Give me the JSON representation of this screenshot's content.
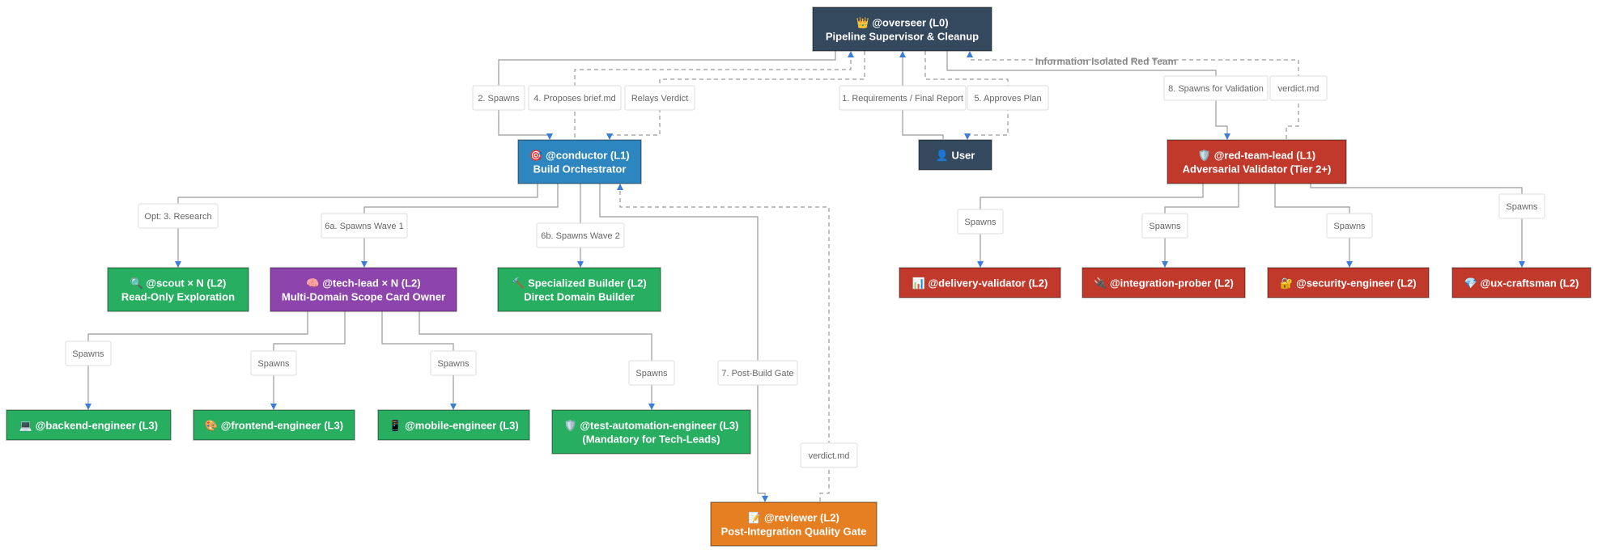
{
  "colors": {
    "overseer": "#34495e",
    "conductor": "#2e86c1",
    "green": "#27ae60",
    "purple": "#8e44ad",
    "red": "#c0392b",
    "orange": "#e67e22",
    "edge": "#9a9a9a",
    "arrow": "#3b7dd8"
  },
  "nodes": [
    {
      "id": "overseer",
      "icon": "crown-icon",
      "lines": [
        "👑 @overseer (L0)",
        "Pipeline Supervisor & Cleanup"
      ],
      "color": "#34495e"
    },
    {
      "id": "conductor",
      "icon": "target-icon",
      "lines": [
        "🎯 @conductor (L1)",
        "Build Orchestrator"
      ],
      "color": "#2e86c1"
    },
    {
      "id": "user",
      "icon": "user-icon",
      "lines": [
        "👤 User"
      ],
      "color": "#34495e"
    },
    {
      "id": "red-team-lead",
      "icon": "shield-icon",
      "lines": [
        "🛡️ @red-team-lead (L1)",
        "Adversarial Validator (Tier 2+)"
      ],
      "color": "#c0392b"
    },
    {
      "id": "scout",
      "icon": "magnifier-icon",
      "lines": [
        "🔍 @scout × N (L2)",
        "Read-Only Exploration"
      ],
      "color": "#27ae60"
    },
    {
      "id": "tech-lead",
      "icon": "brain-icon",
      "lines": [
        "🧠 @tech-lead × N (L2)",
        "Multi-Domain Scope Card Owner"
      ],
      "color": "#8e44ad"
    },
    {
      "id": "specialized-builder",
      "icon": "hammer-icon",
      "lines": [
        "🔨 Specialized Builder (L2)",
        "Direct Domain Builder"
      ],
      "color": "#27ae60"
    },
    {
      "id": "delivery-validator",
      "icon": "chart-icon",
      "lines": [
        "📊 @delivery-validator (L2)"
      ],
      "color": "#c0392b"
    },
    {
      "id": "integration-prober",
      "icon": "plug-icon",
      "lines": [
        "🔌 @integration-prober (L2)"
      ],
      "color": "#c0392b"
    },
    {
      "id": "security-engineer",
      "icon": "lock-icon",
      "lines": [
        "🔐 @security-engineer (L2)"
      ],
      "color": "#c0392b"
    },
    {
      "id": "ux-craftsman",
      "icon": "gem-icon",
      "lines": [
        "💎 @ux-craftsman (L2)"
      ],
      "color": "#c0392b"
    },
    {
      "id": "backend-engineer",
      "icon": "laptop-icon",
      "lines": [
        "💻 @backend-engineer (L3)"
      ],
      "color": "#27ae60"
    },
    {
      "id": "frontend-engineer",
      "icon": "palette-icon",
      "lines": [
        "🎨 @frontend-engineer (L3)"
      ],
      "color": "#27ae60"
    },
    {
      "id": "mobile-engineer",
      "icon": "phone-icon",
      "lines": [
        "📱 @mobile-engineer (L3)"
      ],
      "color": "#27ae60"
    },
    {
      "id": "test-automation-engineer",
      "icon": "shield-icon",
      "lines": [
        "🛡️ @test-automation-engineer (L3)",
        "(Mandatory for Tech-Leads)"
      ],
      "color": "#27ae60"
    },
    {
      "id": "reviewer",
      "icon": "memo-icon",
      "lines": [
        "📝 @reviewer (L2)",
        "Post-Integration Quality Gate"
      ],
      "color": "#e67e22"
    }
  ],
  "edge_labels": [
    {
      "id": "spawns-conductor",
      "text": "2. Spawns"
    },
    {
      "id": "proposes-brief",
      "text": "4. Proposes brief.md"
    },
    {
      "id": "relays-verdict",
      "text": "Relays Verdict"
    },
    {
      "id": "requirements-final-report",
      "text": "1. Requirements / Final Report"
    },
    {
      "id": "approves-plan",
      "text": "5. Approves Plan"
    },
    {
      "id": "spawns-validation",
      "text": "8. Spawns for Validation"
    },
    {
      "id": "verdict-md-red",
      "text": "verdict.md"
    },
    {
      "id": "opt-research",
      "text": "Opt: 3. Research"
    },
    {
      "id": "spawns-wave-1",
      "text": "6a. Spawns Wave 1"
    },
    {
      "id": "spawns-wave-2",
      "text": "6b. Spawns Wave 2"
    },
    {
      "id": "spawns-delivery",
      "text": "Spawns"
    },
    {
      "id": "spawns-integration",
      "text": "Spawns"
    },
    {
      "id": "spawns-security",
      "text": "Spawns"
    },
    {
      "id": "spawns-ux",
      "text": "Spawns"
    },
    {
      "id": "spawns-backend",
      "text": "Spawns"
    },
    {
      "id": "spawns-frontend",
      "text": "Spawns"
    },
    {
      "id": "spawns-mobile",
      "text": "Spawns"
    },
    {
      "id": "spawns-test",
      "text": "Spawns"
    },
    {
      "id": "post-build-gate",
      "text": "7. Post-Build Gate"
    },
    {
      "id": "verdict-md-reviewer",
      "text": "verdict.md"
    }
  ],
  "annotations": {
    "red_team": "Information Isolated Red Team"
  }
}
